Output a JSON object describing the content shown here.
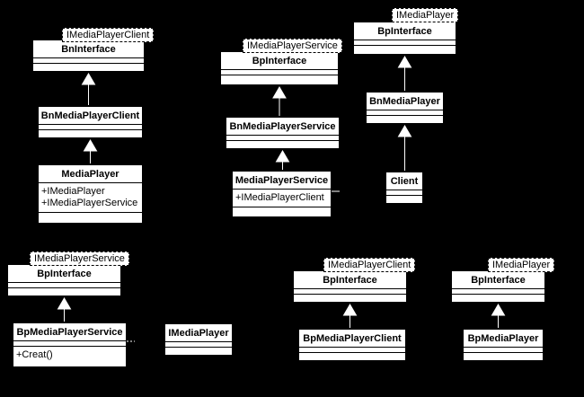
{
  "classes": [
    {
      "id": "bn-interface-client",
      "name": "BnInterface",
      "template": "IMediaPlayerClient",
      "attributes": [],
      "operations": []
    },
    {
      "id": "bn-media-player-client",
      "name": "BnMediaPlayerClient",
      "attributes": [],
      "operations": []
    },
    {
      "id": "media-player",
      "name": "MediaPlayer",
      "attributes": [
        "+IMediaPlayer",
        "+IMediaPlayerService"
      ],
      "operations": []
    },
    {
      "id": "bp-interface-service-top",
      "name": "BpInterface",
      "template": "IMediaPlayerService",
      "attributes": [],
      "operations": []
    },
    {
      "id": "bn-media-player-service",
      "name": "BnMediaPlayerService",
      "attributes": [],
      "operations": []
    },
    {
      "id": "media-player-service",
      "name": "MediaPlayerService",
      "attributes": [
        "+IMediaPlayerClient"
      ],
      "operations": []
    },
    {
      "id": "bp-interface-player-top",
      "name": "BpInterface",
      "template": "IMediaPlayer",
      "attributes": [],
      "operations": []
    },
    {
      "id": "bn-media-player",
      "name": "BnMediaPlayer",
      "attributes": [],
      "operations": []
    },
    {
      "id": "client",
      "name": "Client",
      "attributes": [],
      "operations": []
    },
    {
      "id": "bp-interface-service-bottom",
      "name": "BpInterface",
      "template": "IMediaPlayerService",
      "attributes": [],
      "operations": []
    },
    {
      "id": "bp-media-player-service",
      "name": "BpMediaPlayerService",
      "attributes": [],
      "operations": [
        "+Creat()"
      ]
    },
    {
      "id": "imedia-player",
      "name": "IMediaPlayer",
      "attributes": [],
      "operations": []
    },
    {
      "id": "bp-interface-client-bottom",
      "name": "BpInterface",
      "template": "IMediaPlayerClient",
      "attributes": [],
      "operations": []
    },
    {
      "id": "bp-media-player-client",
      "name": "BpMediaPlayerClient",
      "attributes": [],
      "operations": []
    },
    {
      "id": "bp-interface-player-bottom",
      "name": "BpInterface",
      "template": "IMediaPlayer",
      "attributes": [],
      "operations": []
    },
    {
      "id": "bp-media-player",
      "name": "BpMediaPlayer",
      "attributes": [],
      "operations": []
    }
  ],
  "generalizations": [
    {
      "from": "bn-media-player-client",
      "to": "bn-interface-client"
    },
    {
      "from": "media-player",
      "to": "bn-media-player-client"
    },
    {
      "from": "bn-media-player-service",
      "to": "bp-interface-service-top"
    },
    {
      "from": "media-player-service",
      "to": "bn-media-player-service"
    },
    {
      "from": "bn-media-player",
      "to": "bp-interface-player-top"
    },
    {
      "from": "client",
      "to": "bn-media-player"
    },
    {
      "from": "bp-media-player-service",
      "to": "bp-interface-service-bottom"
    },
    {
      "from": "bp-media-player-client",
      "to": "bp-interface-client-bottom"
    },
    {
      "from": "bp-media-player",
      "to": "bp-interface-player-bottom"
    }
  ]
}
